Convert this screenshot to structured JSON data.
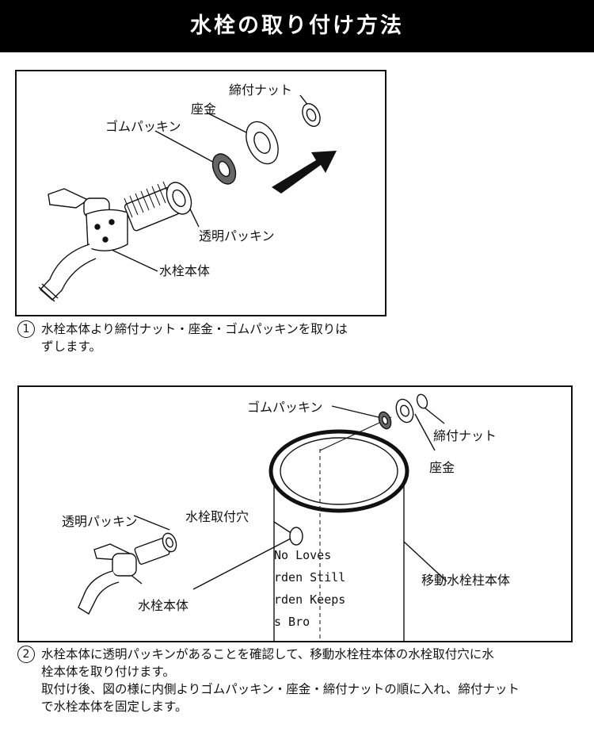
{
  "title": "水栓の取り付け方法",
  "fig1": {
    "labels": {
      "nut": "締付ナット",
      "washer": "座金",
      "rubber": "ゴムパッキン",
      "clear": "透明パッキン",
      "body": "水栓本体"
    }
  },
  "fig2": {
    "labels": {
      "rubber": "ゴムパッキン",
      "nut": "締付ナット",
      "washer": "座金",
      "clear": "透明パッキン",
      "hole": "水栓取付穴",
      "post": "移動水栓柱本体",
      "body": "水栓本体"
    },
    "post_text": [
      "No Loves",
      "rden Still",
      "rden Keeps",
      "s Bro"
    ]
  },
  "steps": [
    {
      "num": "1",
      "lines": [
        "水栓本体より締付ナット・座金・ゴムパッキンを取りは",
        "ずします。"
      ]
    },
    {
      "num": "2",
      "lines": [
        "水栓本体に透明パッキンがあることを確認して、移動水栓柱本体の水栓取付穴に水",
        "栓本体を取り付けます。",
        "取付け後、図の様に内側よりゴムパッキン・座金・締付ナットの順に入れ、締付ナット",
        "で水栓本体を固定します。"
      ]
    }
  ]
}
